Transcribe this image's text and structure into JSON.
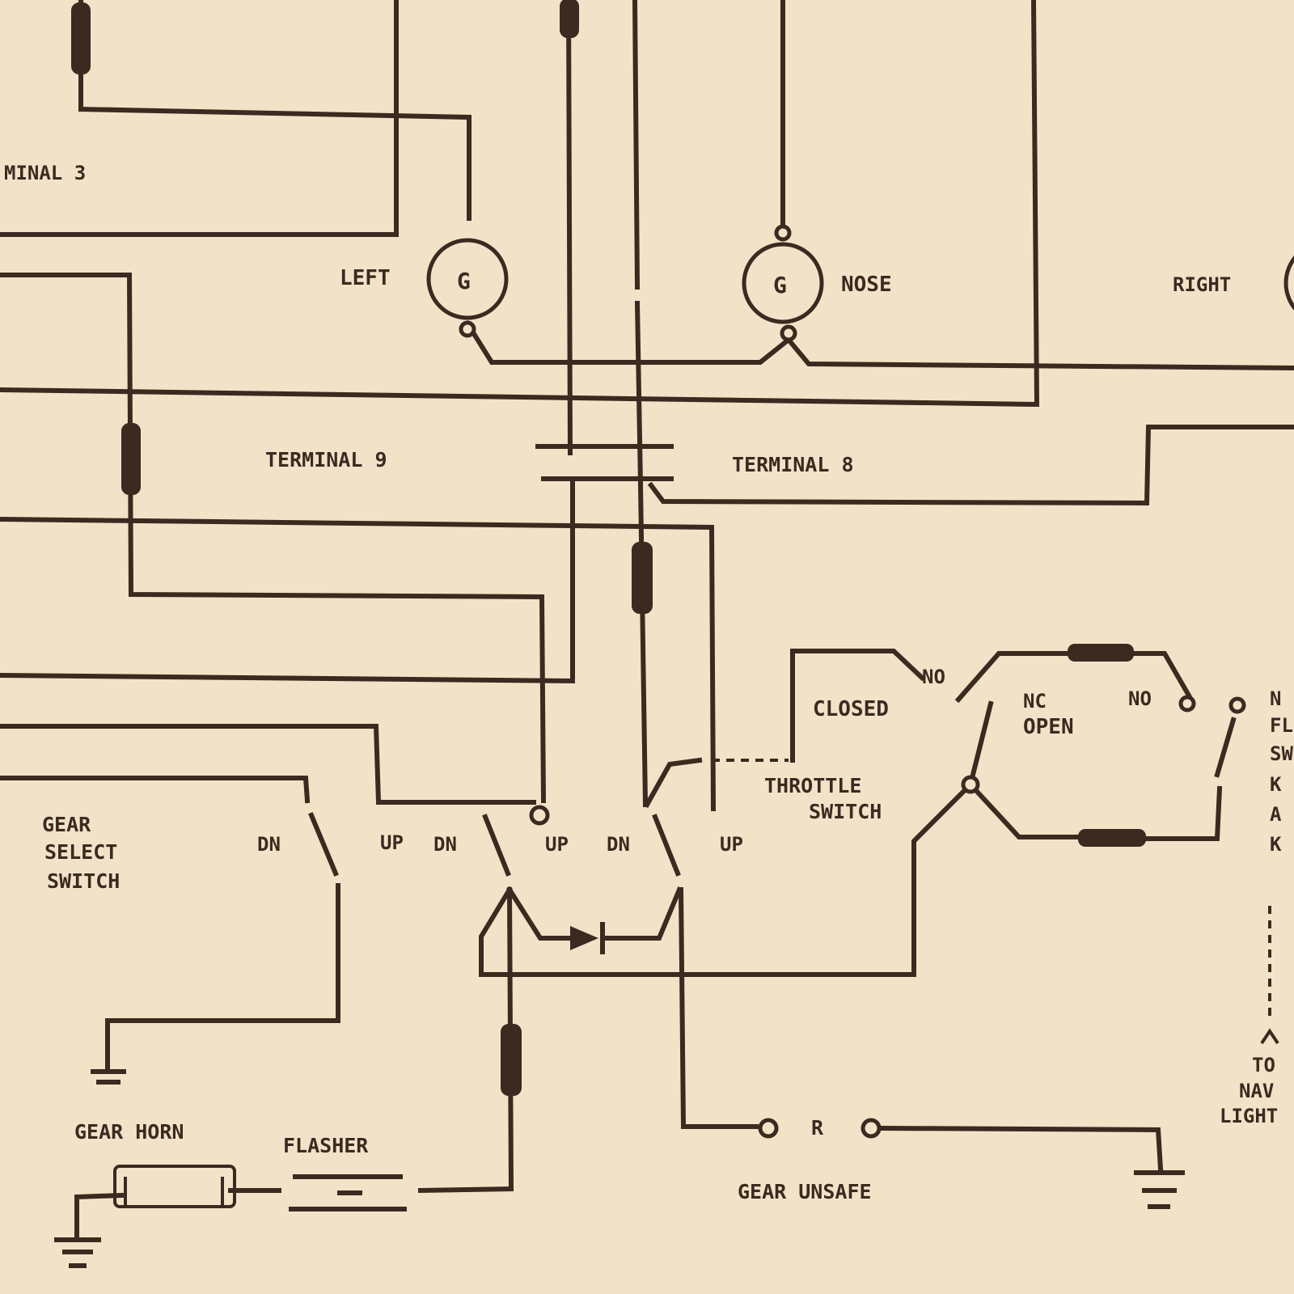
{
  "labels": {
    "terminal_3": "MINAL 3",
    "left": "LEFT",
    "gauge": "G",
    "nose": "NOSE",
    "right": "RIGHT",
    "terminal_9": "TERMINAL 9",
    "terminal_8": "TERMINAL 8",
    "closed": "CLOSED",
    "no": "NO",
    "nc": "NC",
    "open": "OPEN",
    "throttle": "THROTTLE",
    "switch": "SWITCH",
    "gear": "GEAR",
    "select": "SELECT",
    "dn": "DN",
    "up": "UP",
    "gear_horn": "GEAR HORN",
    "flasher": "FLASHER",
    "r": "R",
    "gear_unsafe": "GEAR UNSAFE",
    "to": "TO",
    "nav": "NAV",
    "light": "LIGHT",
    "right_edge": [
      "N",
      "FL",
      "SW",
      "K",
      "A",
      "K"
    ]
  },
  "colors": {
    "paper": "#f2e3c8",
    "ink": "#3b2a20"
  }
}
